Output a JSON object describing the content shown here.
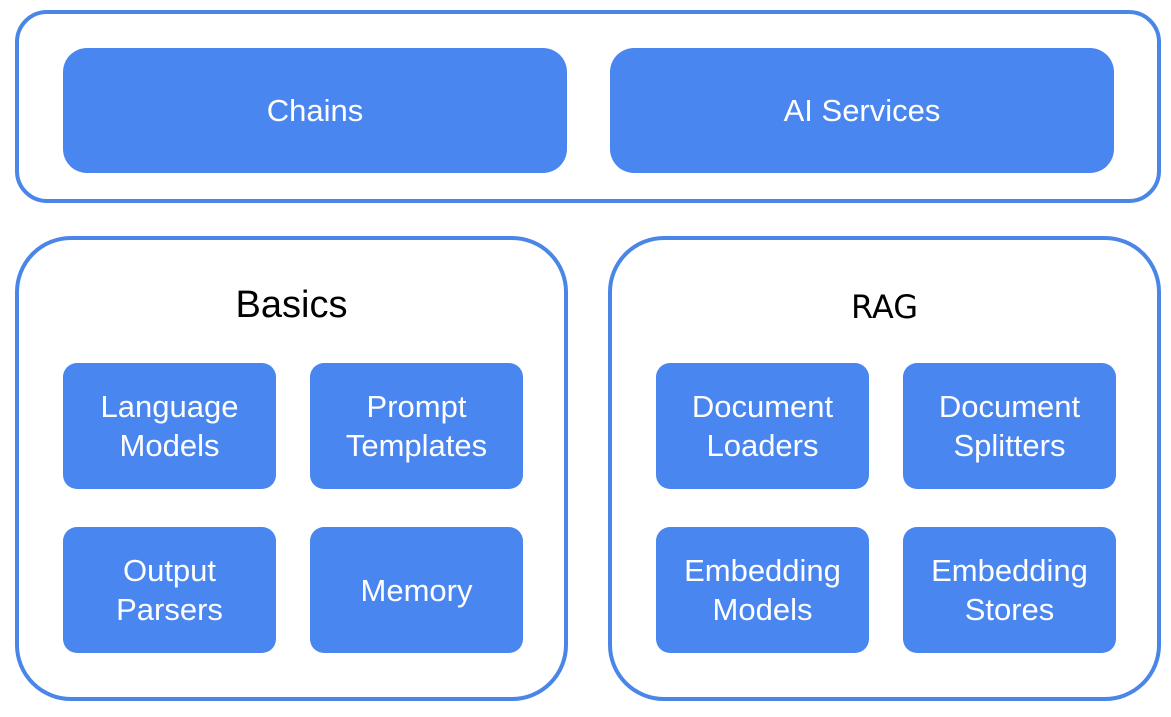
{
  "top": {
    "chains_label": "Chains",
    "ai_services_label": "AI Services"
  },
  "basics": {
    "title": "Basics",
    "items": [
      {
        "line1": "Language",
        "line2": "Models"
      },
      {
        "line1": "Prompt",
        "line2": "Templates"
      },
      {
        "line1": "Output",
        "line2": "Parsers"
      },
      {
        "line1": "Memory",
        "line2": ""
      }
    ]
  },
  "rag": {
    "title": "RAG",
    "items": [
      {
        "line1": "Document",
        "line2": "Loaders"
      },
      {
        "line1": "Document",
        "line2": "Splitters"
      },
      {
        "line1": "Embedding",
        "line2": "Models"
      },
      {
        "line1": "Embedding",
        "line2": "Stores"
      }
    ]
  },
  "colors": {
    "accent_border": "#4a86e8",
    "box_fill": "#4a86f0",
    "box_text": "#ffffff"
  }
}
